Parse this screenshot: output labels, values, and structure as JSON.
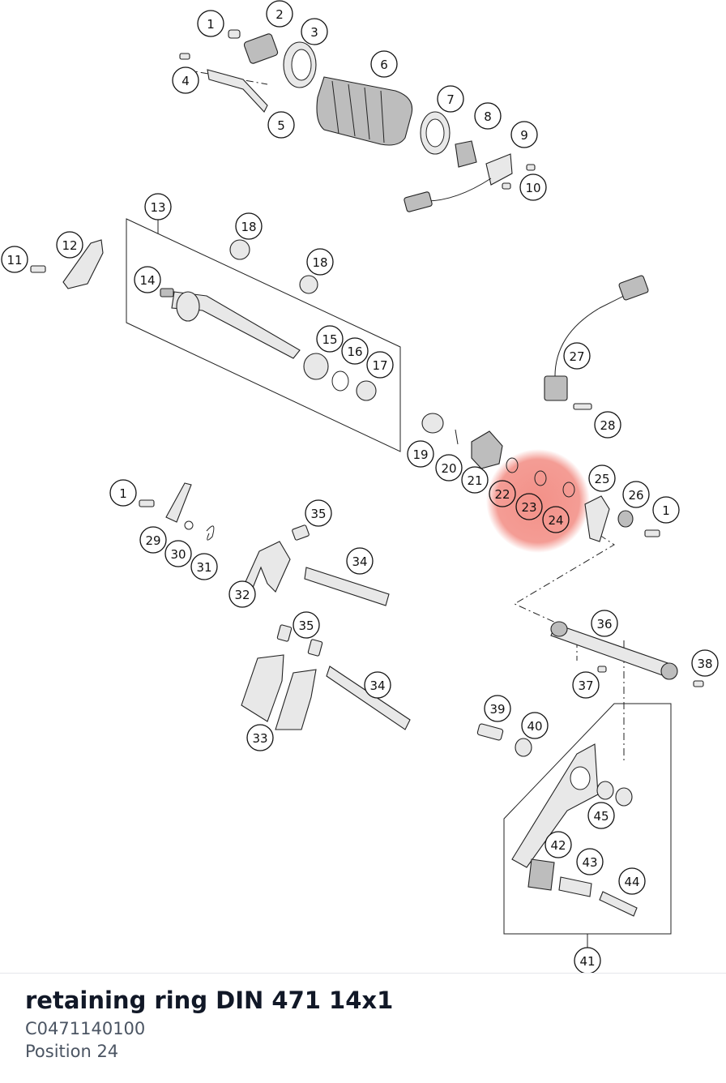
{
  "diagram": {
    "callouts": [
      "1",
      "2",
      "3",
      "4",
      "5",
      "6",
      "7",
      "8",
      "9",
      "10",
      "11",
      "12",
      "13",
      "14",
      "18",
      "18",
      "15",
      "16",
      "17",
      "19",
      "20",
      "21",
      "22",
      "23",
      "24",
      "25",
      "26",
      "1",
      "27",
      "28",
      "1",
      "29",
      "30",
      "31",
      "32",
      "35",
      "34",
      "35",
      "34",
      "33",
      "36",
      "37",
      "38",
      "39",
      "40",
      "45",
      "42",
      "43",
      "44",
      "41"
    ],
    "highlighted_position": "24",
    "highlight_color": "#f28b82"
  },
  "selected_part": {
    "name": "retaining ring DIN 471 14x1",
    "number": "C0471140100",
    "position": "Position 24"
  }
}
